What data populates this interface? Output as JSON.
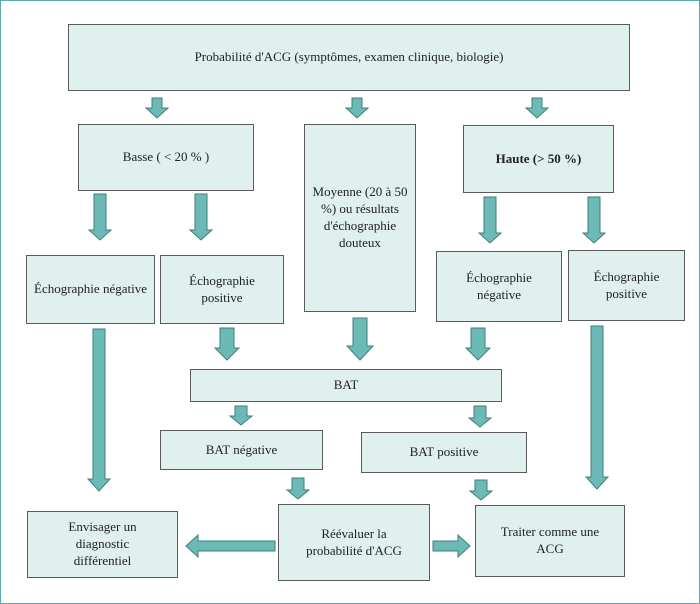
{
  "colors": {
    "box_fill": "#dff0ee",
    "arrow_fill": "#6bbab6",
    "arrow_stroke": "#3f7f7c",
    "frame": "#5aa9a6"
  },
  "nodes": {
    "probabilite": "Probabilité d'ACG (symptômes, examen clinique, biologie)",
    "basse": "Basse ( < 20 % )",
    "moyenne": "Moyenne (20 à 50 %) ou résultats d'échographie douteux",
    "haute": "Haute (> 50 %)",
    "echo_neg_gauche": "Échographie négative",
    "echo_pos_gauche": "Échographie positive",
    "echo_neg_droite": "Échographie négative",
    "echo_pos_droite": "Échographie positive",
    "bat": "BAT",
    "bat_negative": "BAT négative",
    "bat_positive": "BAT positive",
    "diagnostic": "Envisager un diagnostic différentiel",
    "reevaluer": "Réévaluer la probabilité d'ACG",
    "traiter": "Traiter comme une ACG"
  }
}
